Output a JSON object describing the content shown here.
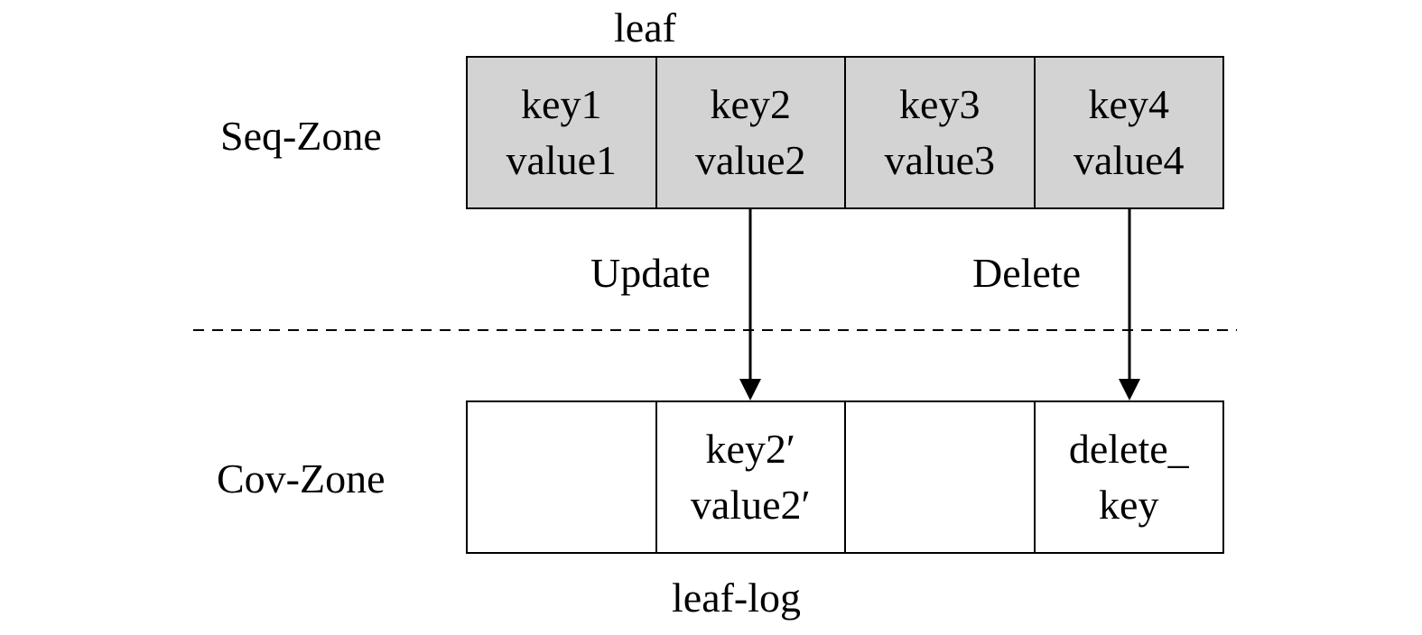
{
  "labels": {
    "leaf": "leaf",
    "seq_zone": "Seq-Zone",
    "cov_zone": "Cov-Zone",
    "leaf_log": "leaf-log",
    "update": "Update",
    "delete": "Delete"
  },
  "seq_cells": [
    {
      "key": "key1",
      "value": "value1"
    },
    {
      "key": "key2",
      "value": "value2"
    },
    {
      "key": "key3",
      "value": "value3"
    },
    {
      "key": "key4",
      "value": "value4"
    }
  ],
  "cov_cells": [
    {
      "line1": "",
      "line2": ""
    },
    {
      "line1": "key2′",
      "line2": "value2′"
    },
    {
      "line1": "",
      "line2": ""
    },
    {
      "line1": "delete_",
      "line2": "key"
    }
  ],
  "colors": {
    "seq_fill": "#d3d3d3",
    "cov_fill": "#ffffff",
    "stroke": "#000000"
  }
}
